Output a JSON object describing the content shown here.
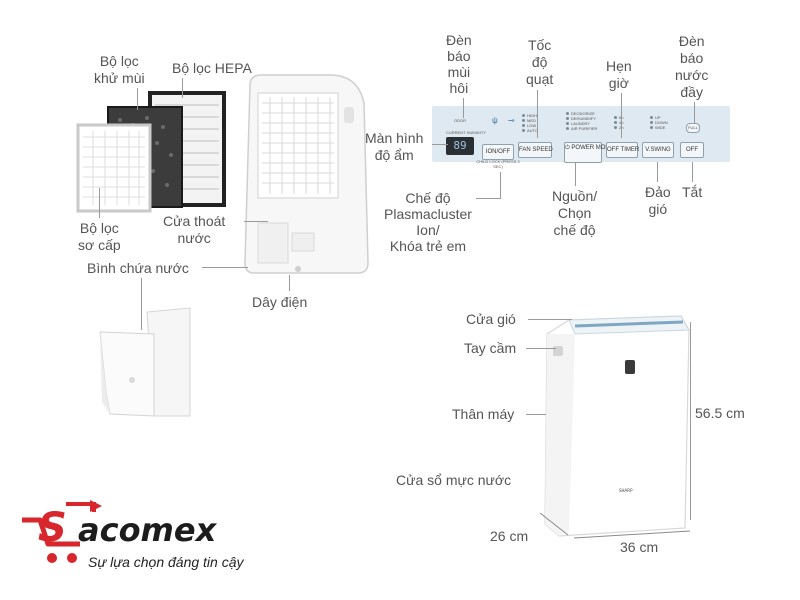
{
  "labels": {
    "filter_deodor": [
      "Bộ lọc",
      "khử mùi"
    ],
    "filter_hepa": "Bộ lọc HEPA",
    "filter_pre": [
      "Bộ lọc",
      "sơ cấp"
    ],
    "water_outlet": [
      "Cửa thoát",
      "nước"
    ],
    "water_tank": "Bình chứa nước",
    "power_cord": "Dây điện",
    "odor_light": [
      "Đèn",
      "báo",
      "mùi",
      "hôi"
    ],
    "fan_speed": [
      "Tốc",
      "độ",
      "quạt"
    ],
    "timer": [
      "Hẹn",
      "giờ"
    ],
    "full_light": [
      "Đèn",
      "báo",
      "nước",
      "đầy"
    ],
    "humidity_screen": [
      "Màn hình",
      "độ ẩm"
    ],
    "plasmacluster": [
      "Chế độ",
      "Plasmacluster",
      "Ion/",
      "Khóa trẻ em"
    ],
    "power_mode": [
      "Nguồn/",
      "Chọn",
      "chế độ"
    ],
    "swing": [
      "Đảo",
      "gió"
    ],
    "off": "Tắt",
    "air_vent": "Cửa gió",
    "handle": "Tay cầm",
    "body": "Thân máy",
    "water_window": "Cửa sổ mực nước",
    "height": "56.5 cm",
    "depth": "26 cm",
    "width": "36 cm"
  },
  "panel": {
    "odor_text": "ODOR",
    "humidity_text": "CURRENT HUMIDITY",
    "humidity_value": "89",
    "btn_ion": "ION/OFF",
    "ion_sub": "CHILD LOCK (PRESS 3 SEC)",
    "btn_fan": "FAN SPEED",
    "fan_items": [
      "HIGH",
      "MED",
      "LOW",
      "AUTO"
    ],
    "btn_power": "POWER MODE",
    "mode_items": [
      "DEODORIZE",
      "DEHUMIDIFY",
      "LAUNDRY",
      "AIR PURIFIER"
    ],
    "btn_timer": "OFF TIMER",
    "timer_items": [
      "6h",
      "4h",
      "2h"
    ],
    "btn_swing": "V.SWING",
    "swing_items": [
      "UP",
      "DOWN",
      "WIDE"
    ],
    "btn_off": "OFF",
    "full_text": "FULL"
  },
  "brand": {
    "logo": "Sacomex",
    "logo_prefix": "S",
    "logo_rest": "acomex",
    "tagline": "Sự lựa chọn đáng tin cậy",
    "color": "#d7262c",
    "device_brand": "SHARP"
  }
}
